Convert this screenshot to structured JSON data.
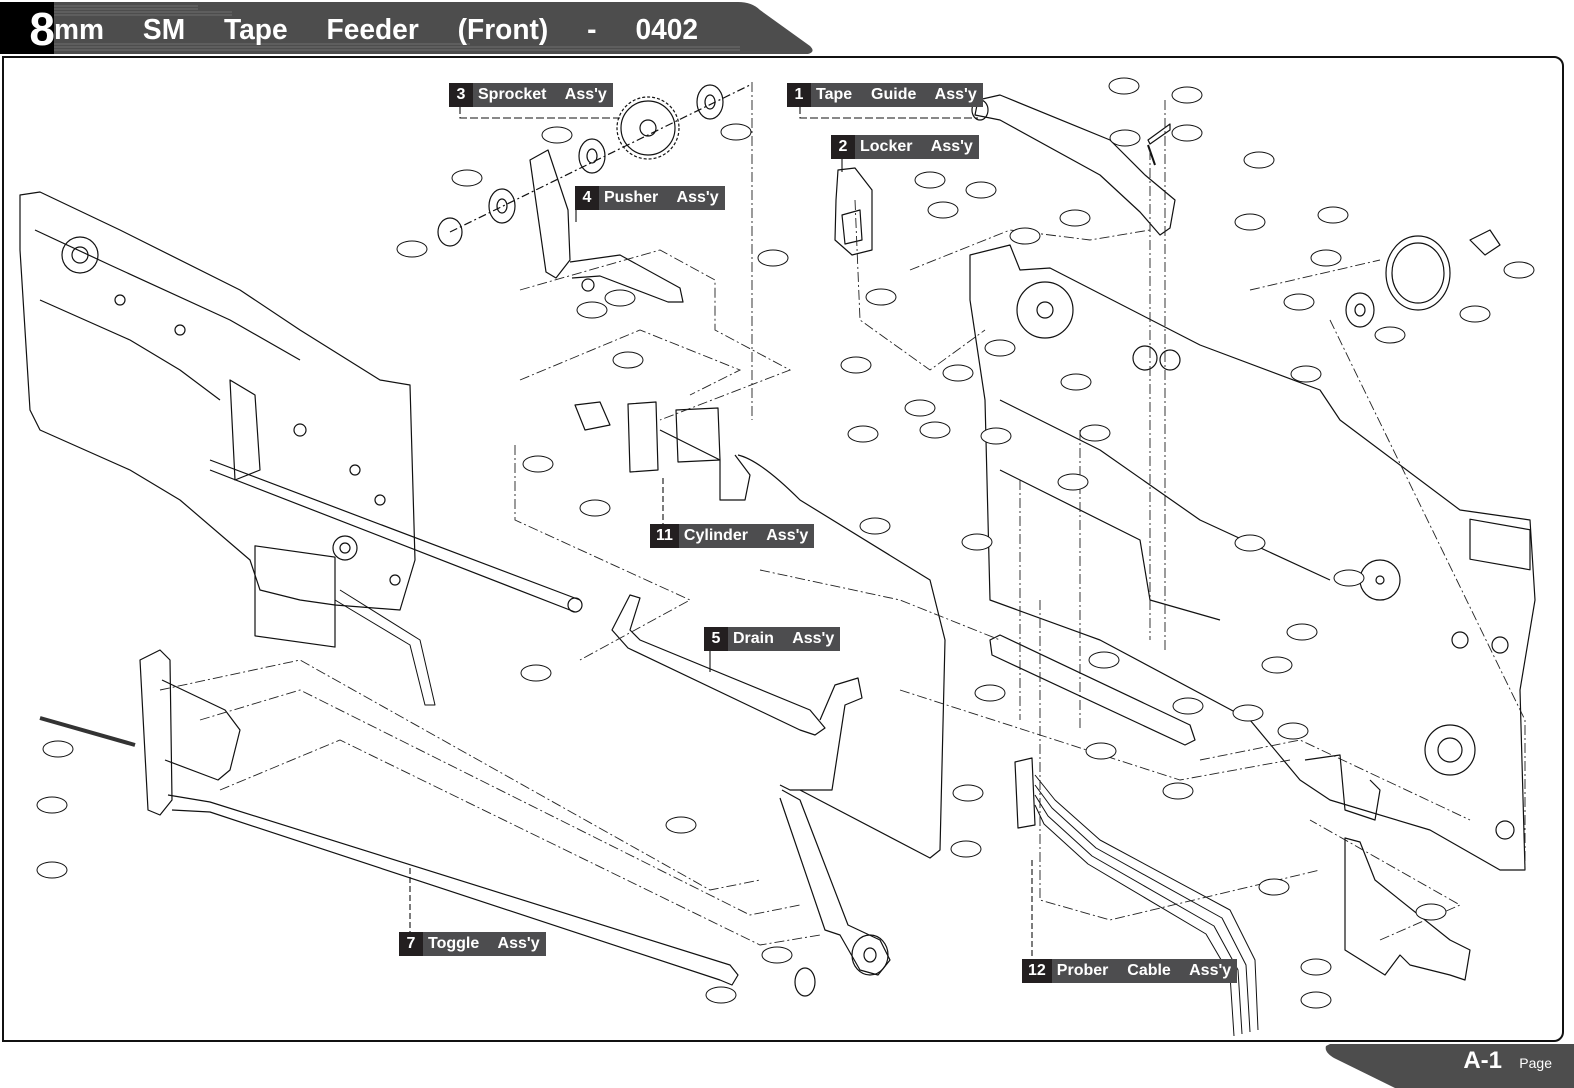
{
  "header": {
    "number": "8",
    "title": "mm  SM  Tape  Feeder  (Front)  -  0402"
  },
  "footer": {
    "page_id": "A-1",
    "page_word": "Page"
  },
  "colors": {
    "header_bg": "#4d4d4d",
    "label_num_bg": "#231f20",
    "label_name_bg": "#4d4d4f",
    "line": "#111111"
  },
  "assemblies": [
    {
      "number": "1",
      "name": "Tape  Guide  Ass'y"
    },
    {
      "number": "2",
      "name": "Locker  Ass'y"
    },
    {
      "number": "3",
      "name": "Sprocket  Ass'y"
    },
    {
      "number": "4",
      "name": "Pusher  Ass'y"
    },
    {
      "number": "5",
      "name": "Drain  Ass'y"
    },
    {
      "number": "7",
      "name": "Toggle  Ass'y"
    },
    {
      "number": "11",
      "name": "Cylinder  Ass'y"
    },
    {
      "number": "12",
      "name": "Prober  Cable  Ass'y"
    }
  ]
}
